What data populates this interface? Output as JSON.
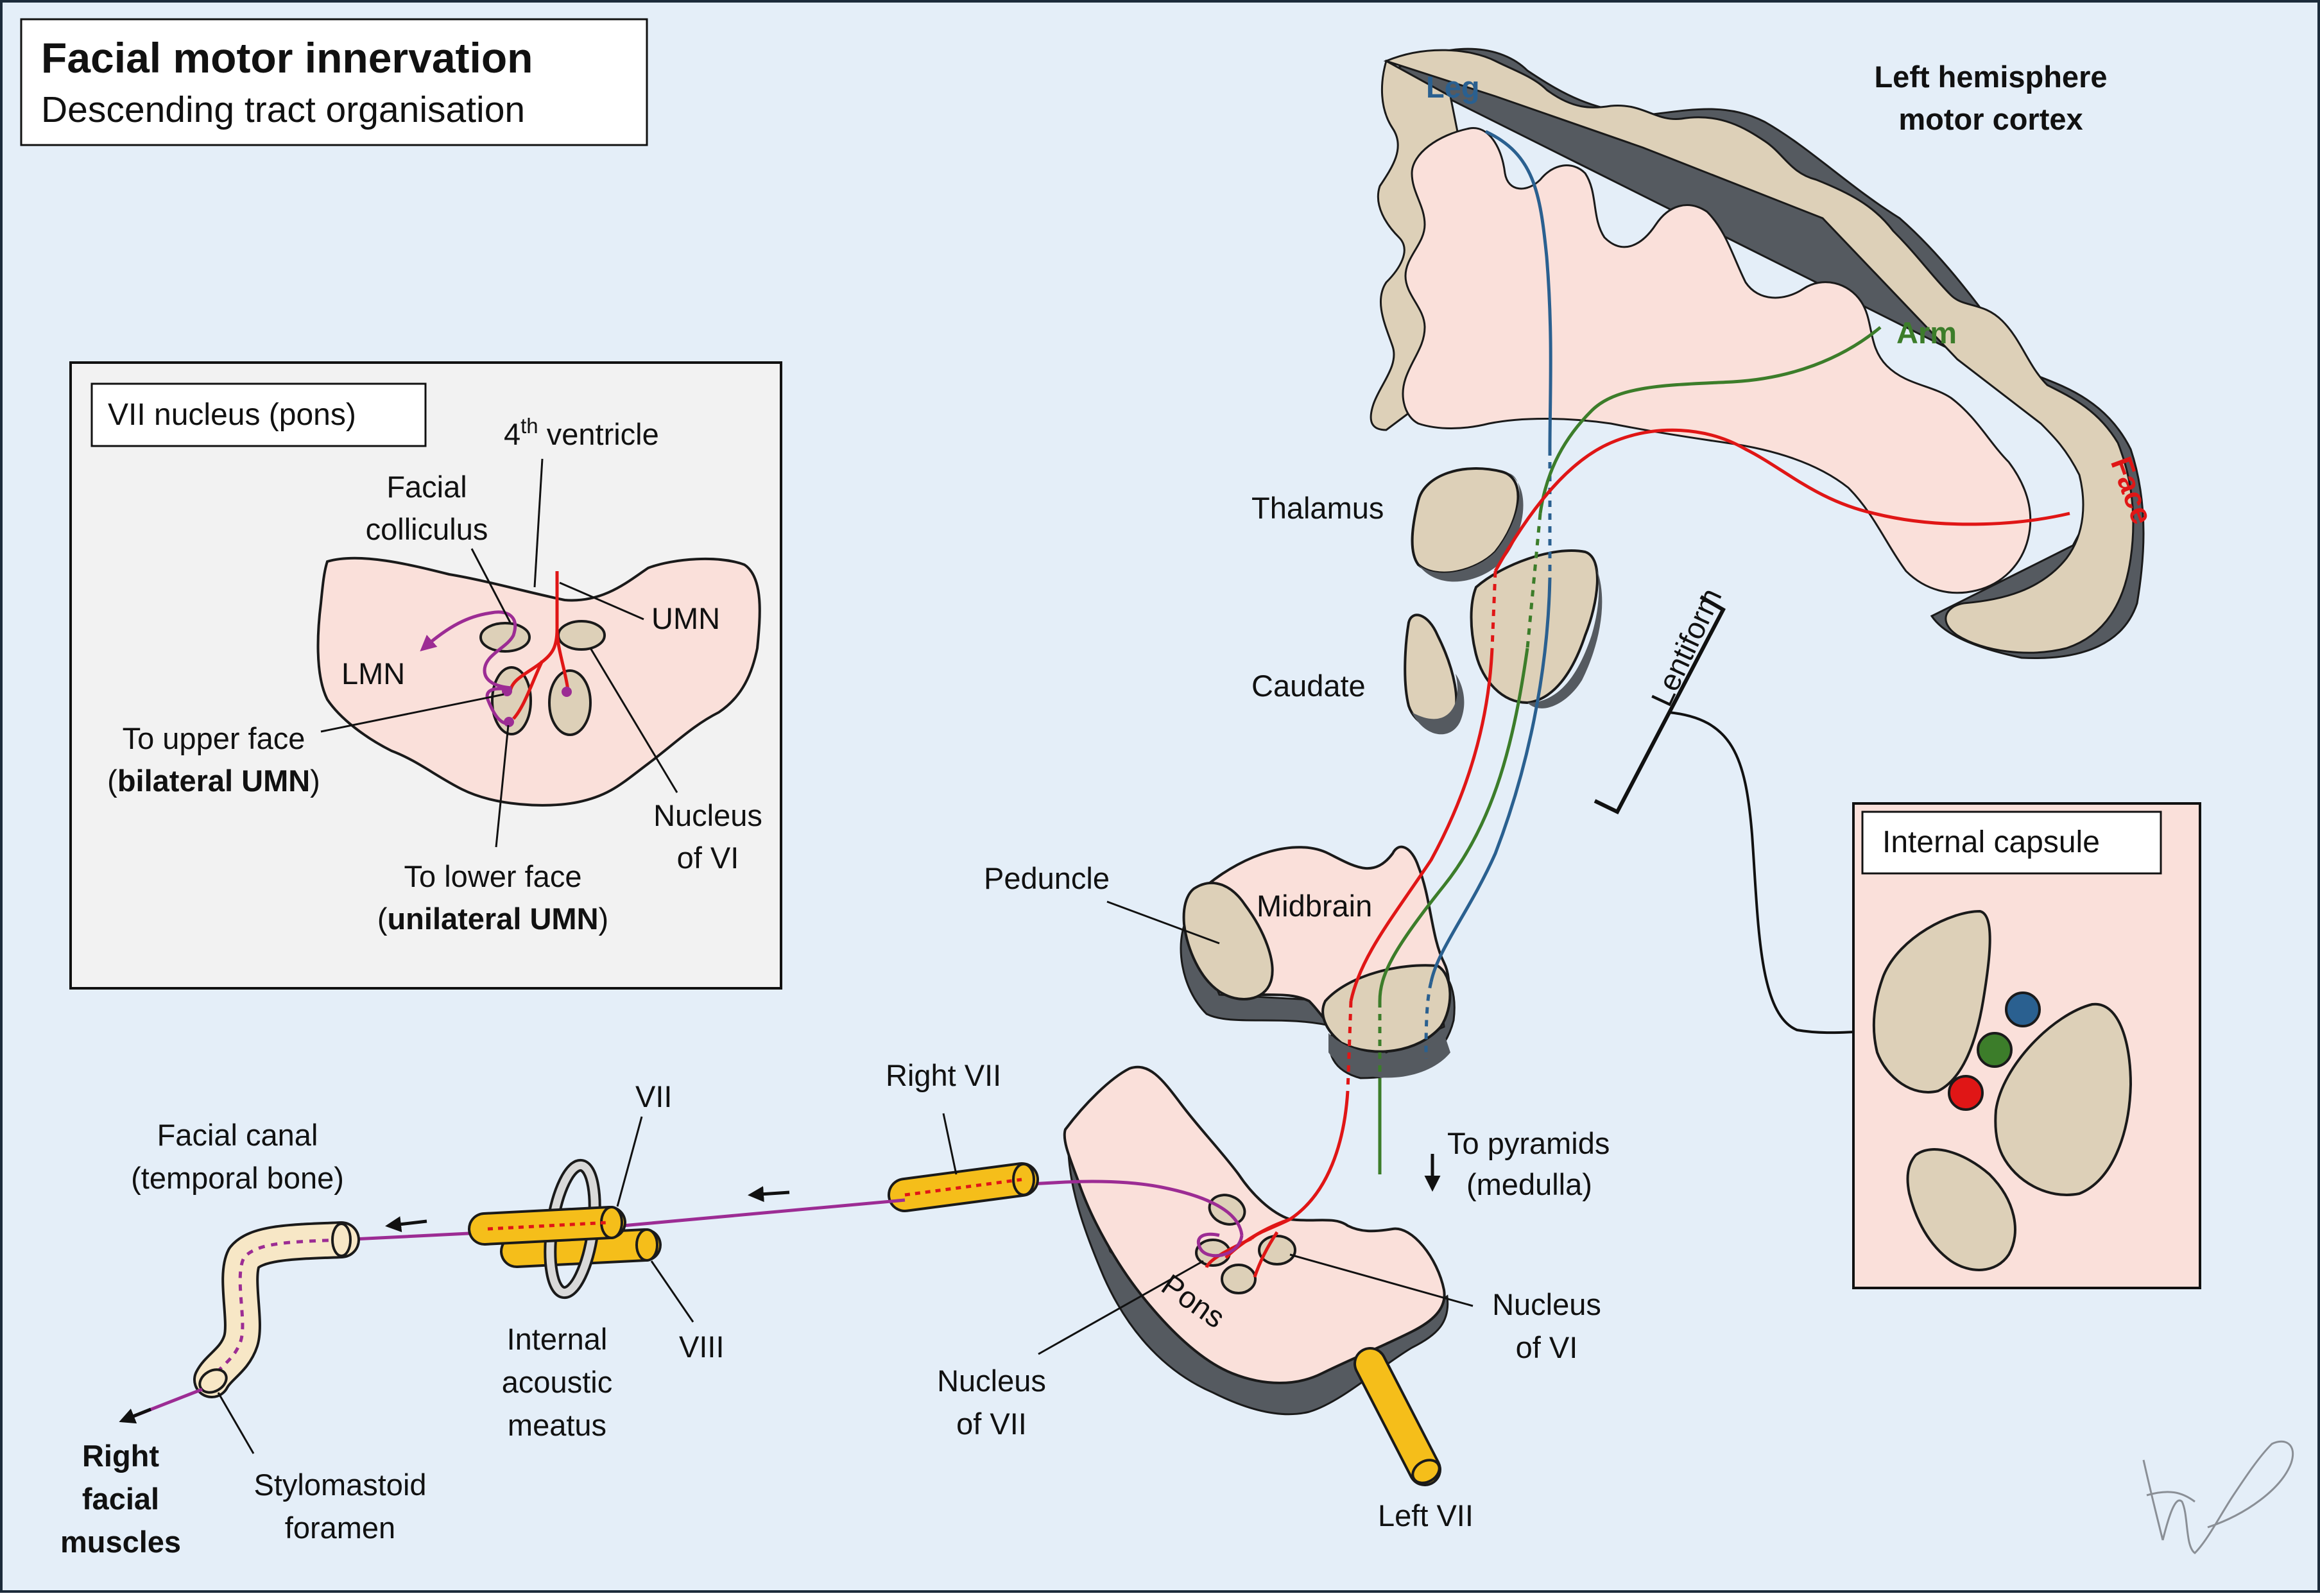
{
  "title": "Facial motor innervation",
  "subtitle": "Descending tract organisation",
  "colors": {
    "background": "#e4eef8",
    "tissue": "#fae0da",
    "grey_matter": "#ddd0b8",
    "shadow": "#555a60",
    "leg_tract": "#2a6090",
    "arm_tract": "#3c7d2a",
    "face_tract": "#e01616",
    "lmn_tract": "#9c2c94",
    "nerve": "#f5be1a",
    "canal": "#f7e7c6"
  },
  "cortex": {
    "heading_line1": "Left hemisphere",
    "heading_line2": "motor cortex",
    "leg": "Leg",
    "arm": "Arm",
    "face": "Face"
  },
  "structures": {
    "thalamus": "Thalamus",
    "caudate": "Caudate",
    "lentiform": "Lentiform",
    "peduncle": "Peduncle",
    "midbrain": "Midbrain",
    "pons": "Pons",
    "to_pyramids_line1": "To pyramids",
    "to_pyramids_line2": "(medulla)",
    "nucleus_vi_line1": "Nucleus",
    "nucleus_vi_line2": "of VI",
    "nucleus_vii_line1": "Nucleus",
    "nucleus_vii_line2": "of VII",
    "left_vii": "Left VII",
    "right_vii": "Right VII"
  },
  "nerve_path": {
    "vii": "VII",
    "viii": "VIII",
    "iam_line1": "Internal",
    "iam_line2": "acoustic",
    "iam_line3": "meatus",
    "canal_line1": "Facial canal",
    "canal_line2": "(temporal bone)",
    "foramen_line1": "Stylomastoid",
    "foramen_line2": "foramen",
    "muscles_line1": "Right",
    "muscles_line2": "facial",
    "muscles_line3": "muscles"
  },
  "inset_vii": {
    "title": "VII nucleus (pons)",
    "fourth_ventricle": "4",
    "fourth_ventricle_sup": "th",
    "fourth_ventricle_rest": " ventricle",
    "facial_colliculus_line1": "Facial",
    "facial_colliculus_line2": "colliculus",
    "umn": "UMN",
    "lmn": "LMN",
    "upper_face_line1": "To upper face",
    "upper_face_open": "(",
    "upper_face_bold": "bilateral UMN",
    "upper_face_close": ")",
    "lower_face_line1": "To lower face",
    "lower_face_open": "(",
    "lower_face_bold": "unilateral UMN",
    "lower_face_close": ")",
    "nucleus_vi_line1": "Nucleus",
    "nucleus_vi_line2": "of VI"
  },
  "inset_capsule": {
    "title": "Internal capsule"
  }
}
